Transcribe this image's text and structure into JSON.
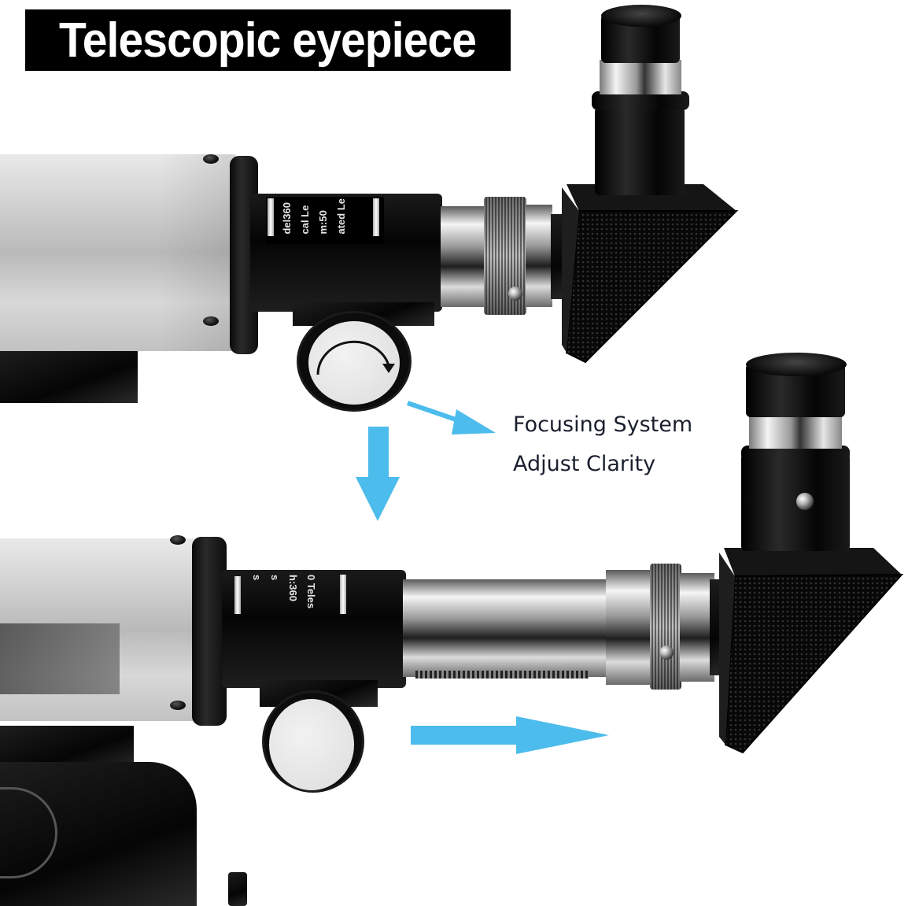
{
  "title": {
    "text": "Telescopic eyepiece",
    "background_color": "#000000",
    "text_color": "#ffffff"
  },
  "annotation": {
    "line1": "Focusing System",
    "line2": "Adjust Clarity",
    "text_color": "#1a1f2e"
  },
  "arrows": {
    "color": "#4cbcec",
    "items": [
      {
        "name": "diagonal-arrow",
        "direction": "down-right"
      },
      {
        "name": "down-arrow",
        "direction": "down"
      },
      {
        "name": "right-arrow",
        "direction": "right"
      }
    ]
  },
  "top_telescope": {
    "state": "retracted",
    "tube_label_lines": [
      "del360",
      "cal Le",
      "m:50",
      "ated Le"
    ],
    "focus_knob_icon": "clockwise-rotate-arrow"
  },
  "bottom_telescope": {
    "state": "extended",
    "tube_label_lines": [
      "0 Teles",
      "h:360",
      "s",
      "s"
    ]
  }
}
